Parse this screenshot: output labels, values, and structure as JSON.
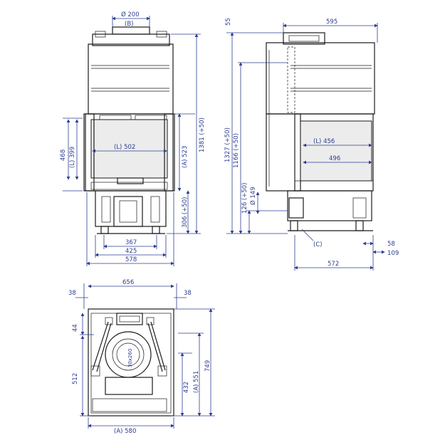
{
  "drawing": {
    "front_view": {
      "flue_diameter": "Ø 200",
      "flue_label": "(B)",
      "glass_height": "468",
      "fire_opening_height": "(L) 399",
      "fire_opening_width": "(L) 502",
      "height_A": "(A) 523",
      "total_height": "1381 (+50)",
      "leg_height": "306 (+50)",
      "base_width_inner": "367",
      "base_width_outer": "425",
      "body_width": "578"
    },
    "side_view": {
      "top_offset": "55",
      "total_depth": "595",
      "height_1327": "1327 (+50)",
      "height_1166": "1166 (+50)",
      "height_126": "126 (+50)",
      "air_inlet_diameter": "Ø 149",
      "air_inlet_label": "(C)",
      "side_opening": "(L) 456",
      "side_glass": "496",
      "foot_offset": "58",
      "rear_offset": "109",
      "base_depth": "572"
    },
    "plan_view": {
      "overall_width": "656",
      "left_margin": "38",
      "right_margin": "38",
      "top_offset": "44",
      "depth_512": "512",
      "depth_432": "432",
      "depth_A551": "(A) 551",
      "overall_depth": "749",
      "inner_width": "(A) 580",
      "flue_box": "30x260"
    }
  }
}
